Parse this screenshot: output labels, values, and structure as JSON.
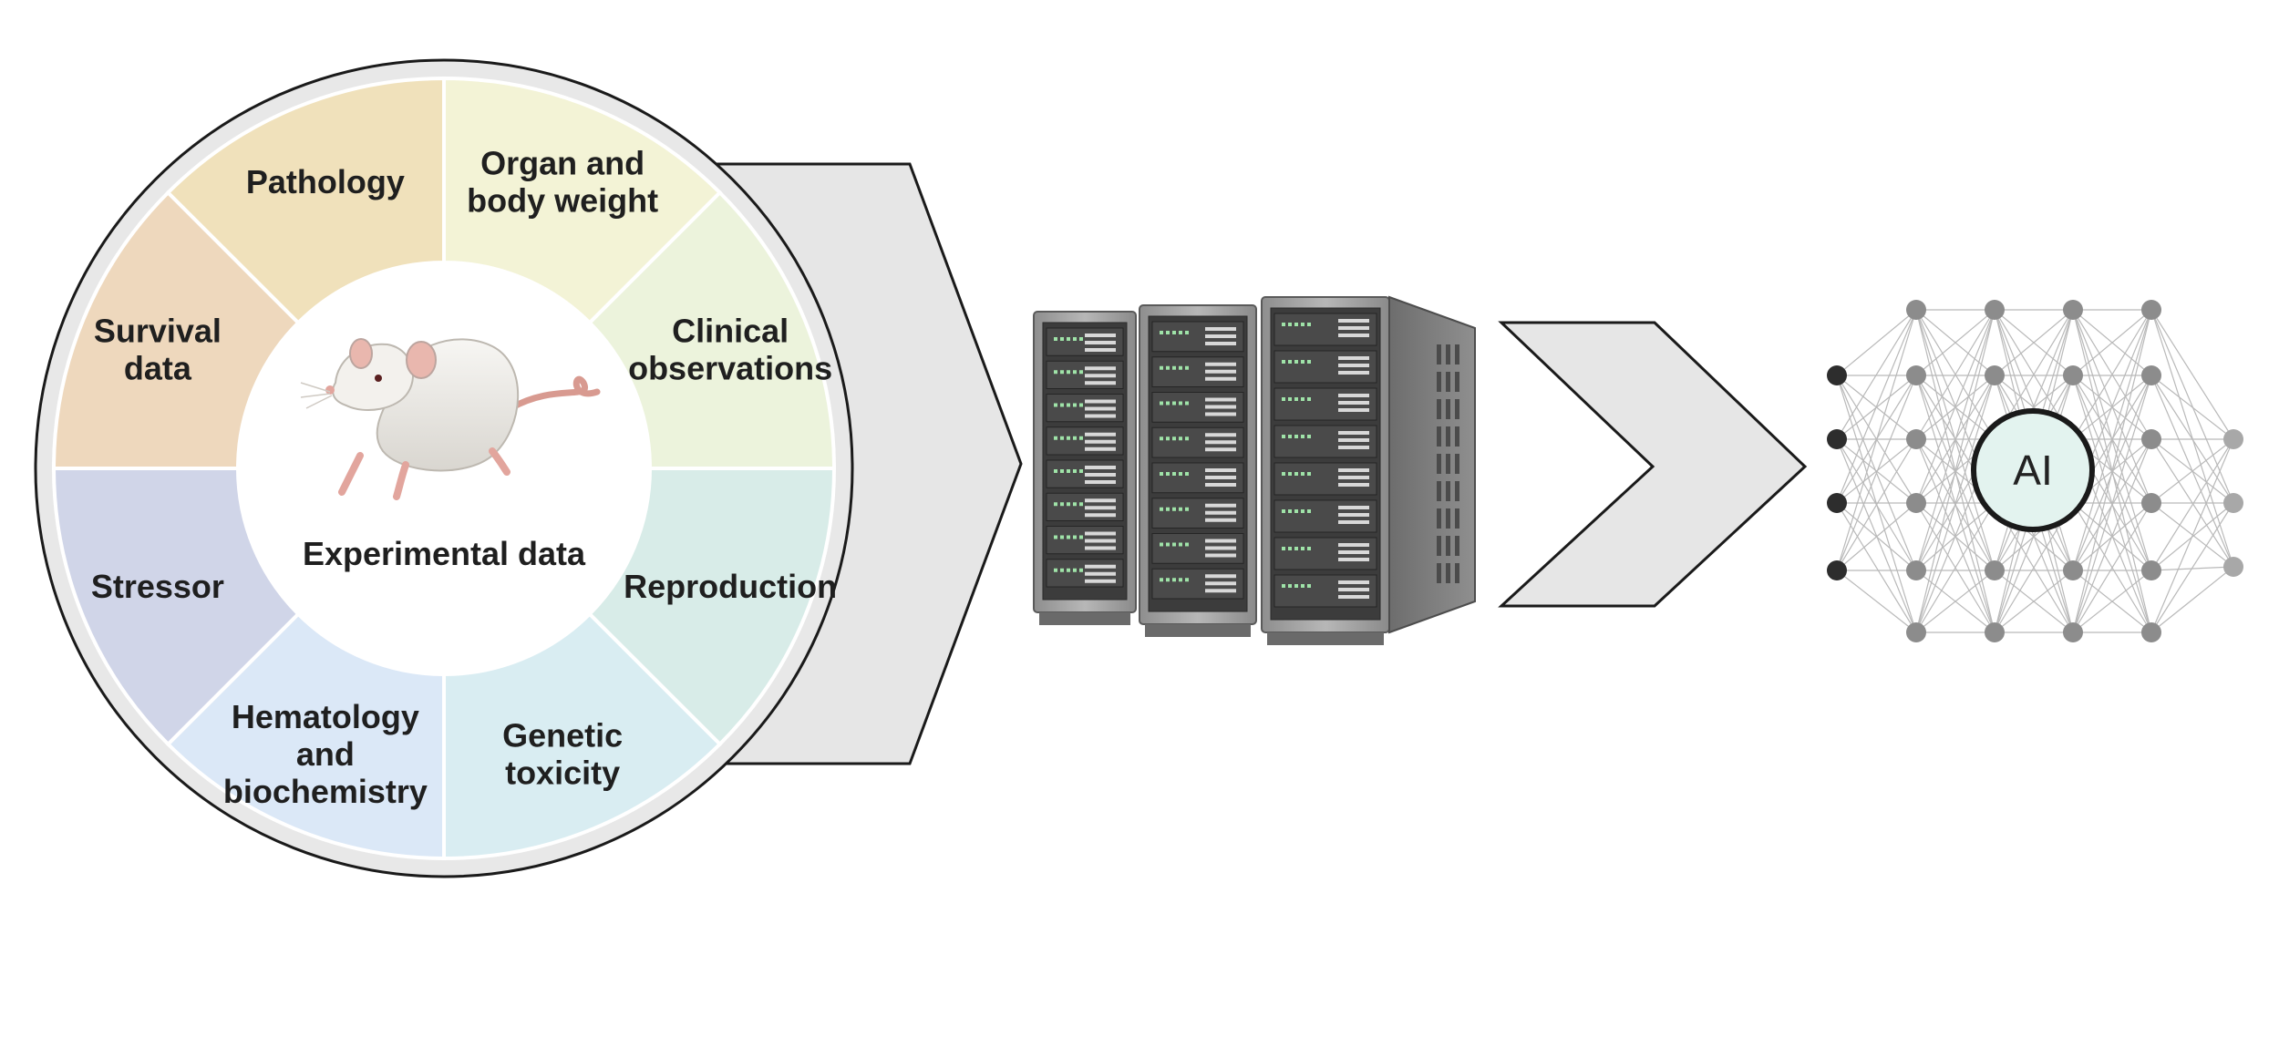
{
  "wheel": {
    "center_label": "Experimental data",
    "segments": [
      {
        "lines": [
          "Organ and",
          "body weight"
        ],
        "color": "#f3f3d6"
      },
      {
        "lines": [
          "Clinical",
          "observations"
        ],
        "color": "#ecf3dc"
      },
      {
        "lines": [
          "Reproduction"
        ],
        "color": "#d8ece8"
      },
      {
        "lines": [
          "Genetic",
          "toxicity"
        ],
        "color": "#d9edf2"
      },
      {
        "lines": [
          "Hematology",
          "and",
          "biochemistry"
        ],
        "color": "#dbe8f7"
      },
      {
        "lines": [
          "Stressor"
        ],
        "color": "#d0d5e8"
      },
      {
        "lines": [
          "Survival",
          "data"
        ],
        "color": "#eed8bd"
      },
      {
        "lines": [
          "Pathology"
        ],
        "color": "#f0e1bb"
      }
    ]
  },
  "icons": {
    "rat": "rat-icon",
    "servers": "server-rack-icon",
    "network": "neural-network-icon"
  },
  "ai": {
    "label": "AI",
    "fill": "#e3f3ef"
  },
  "colors": {
    "arrow_fill": "#e6e6e6",
    "arrow_stroke": "#1a1a1a",
    "wheel_outer": "#e8e8e8",
    "node_dark": "#2d2d2d",
    "node_mid": "#8c8c8c",
    "node_light": "#a8a8a8"
  }
}
